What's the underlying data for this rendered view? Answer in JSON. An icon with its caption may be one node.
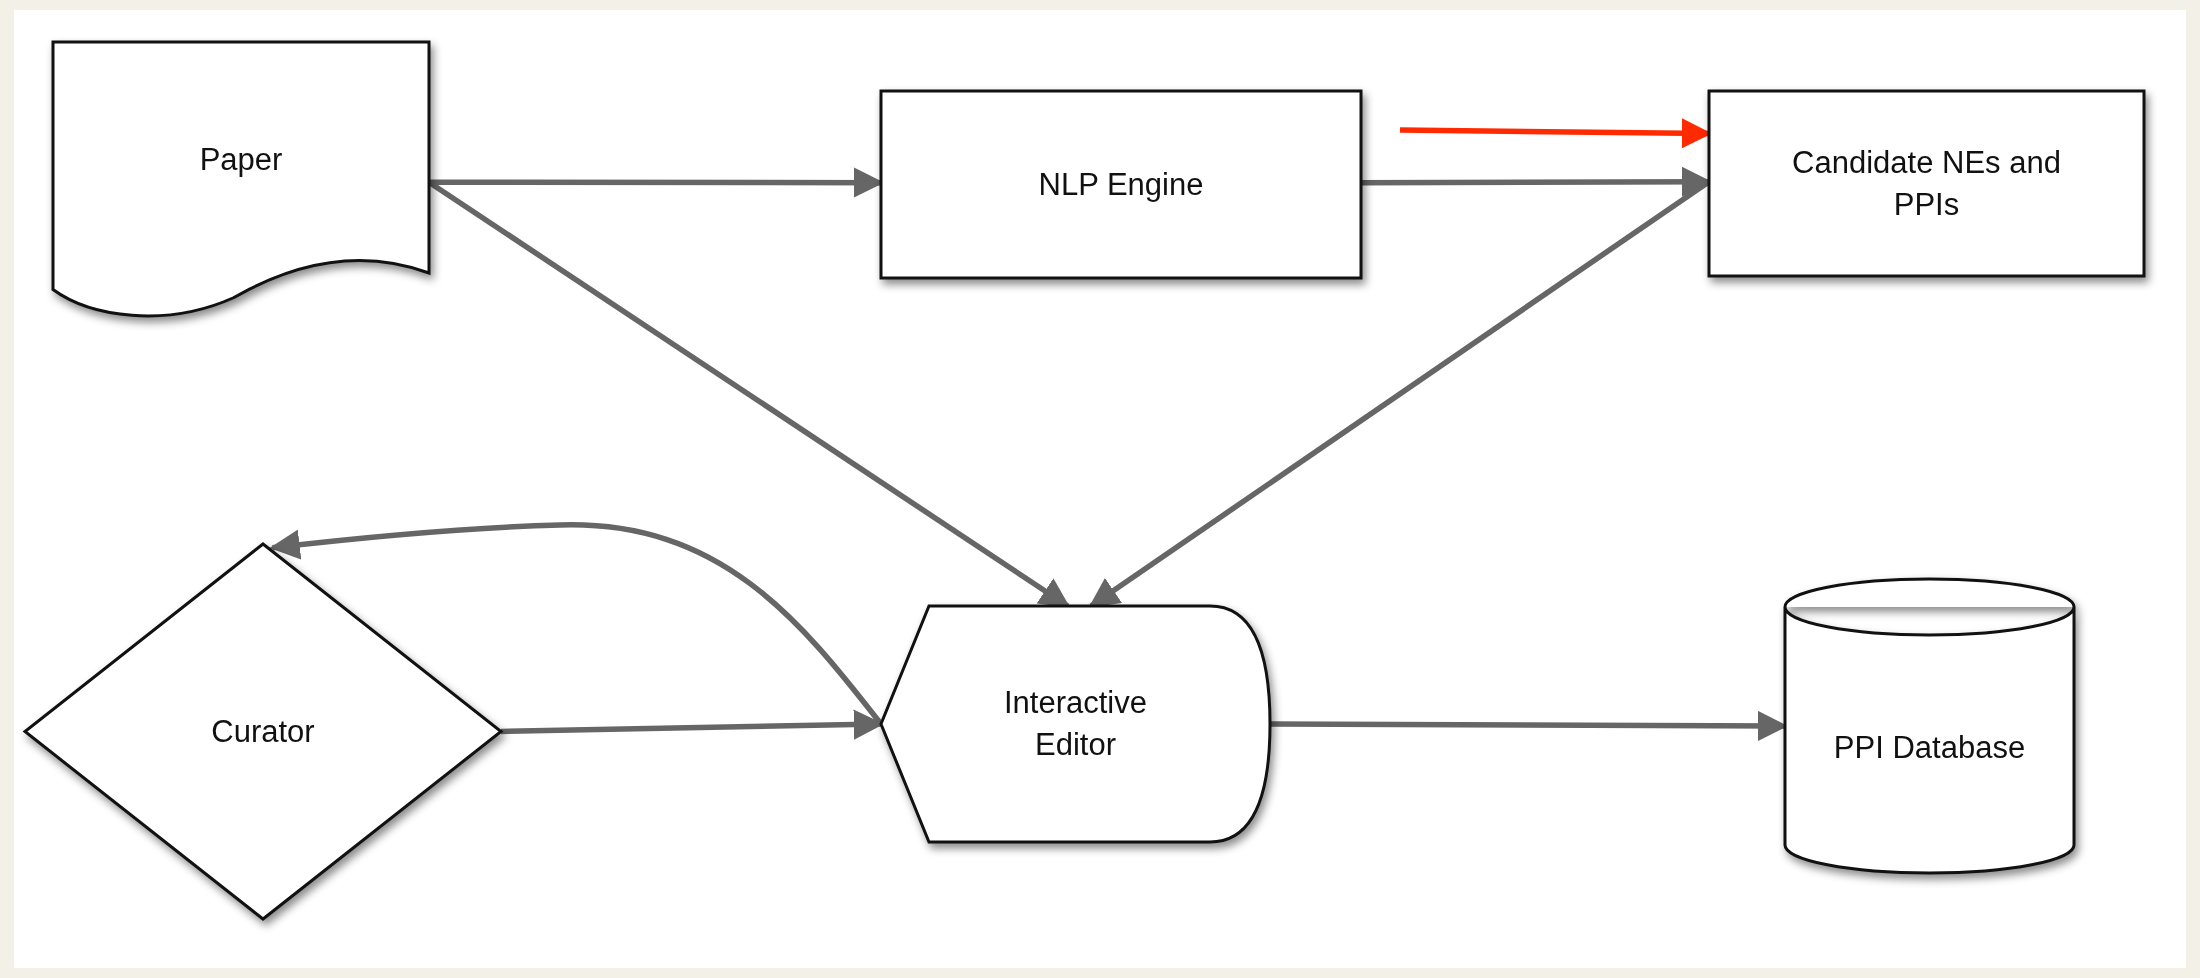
{
  "diagram": {
    "nodes": [
      {
        "text": [
          "Paper"
        ]
      },
      {
        "text": [
          "NLP Engine"
        ]
      },
      {
        "text": [
          "Candidate NEs and PPIs"
        ]
      },
      {
        "text": [
          "Curator"
        ]
      },
      {
        "text": [
          "Interactive Editor"
        ]
      },
      {
        "text": [
          "PPI Database"
        ]
      }
    ],
    "edges": [
      {
        "from": 0,
        "to": 1,
        "arrow": "to"
      },
      {
        "from": 1,
        "to": 2,
        "arrow": "to"
      },
      {
        "from": 0,
        "to": 4,
        "arrow": "to"
      },
      {
        "from": 2,
        "to": 4,
        "arrow": "to"
      },
      {
        "from": 4,
        "to": 3,
        "arrow": "to"
      },
      {
        "from": 3,
        "to": 4,
        "arrow": "to"
      },
      {
        "from": 4,
        "to": 5,
        "arrow": "to"
      },
      {
        "from": null,
        "to": 2,
        "arrow": "to",
        "color": "#ff2a00"
      }
    ]
  }
}
